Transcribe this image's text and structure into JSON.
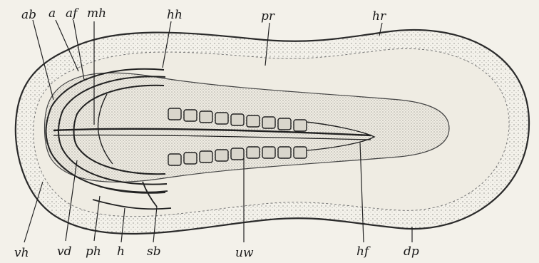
{
  "labels": {
    "top": [
      "ab",
      "a",
      "af",
      "mh",
      "hh",
      "pr",
      "hr"
    ],
    "bottom": [
      "vh",
      "vd",
      "ph",
      "h",
      "sb",
      "uw",
      "hf",
      "dp"
    ]
  },
  "colors": {
    "paper": "#f3f1ea",
    "ink": "#222222",
    "stipple": "#8a8a84"
  }
}
